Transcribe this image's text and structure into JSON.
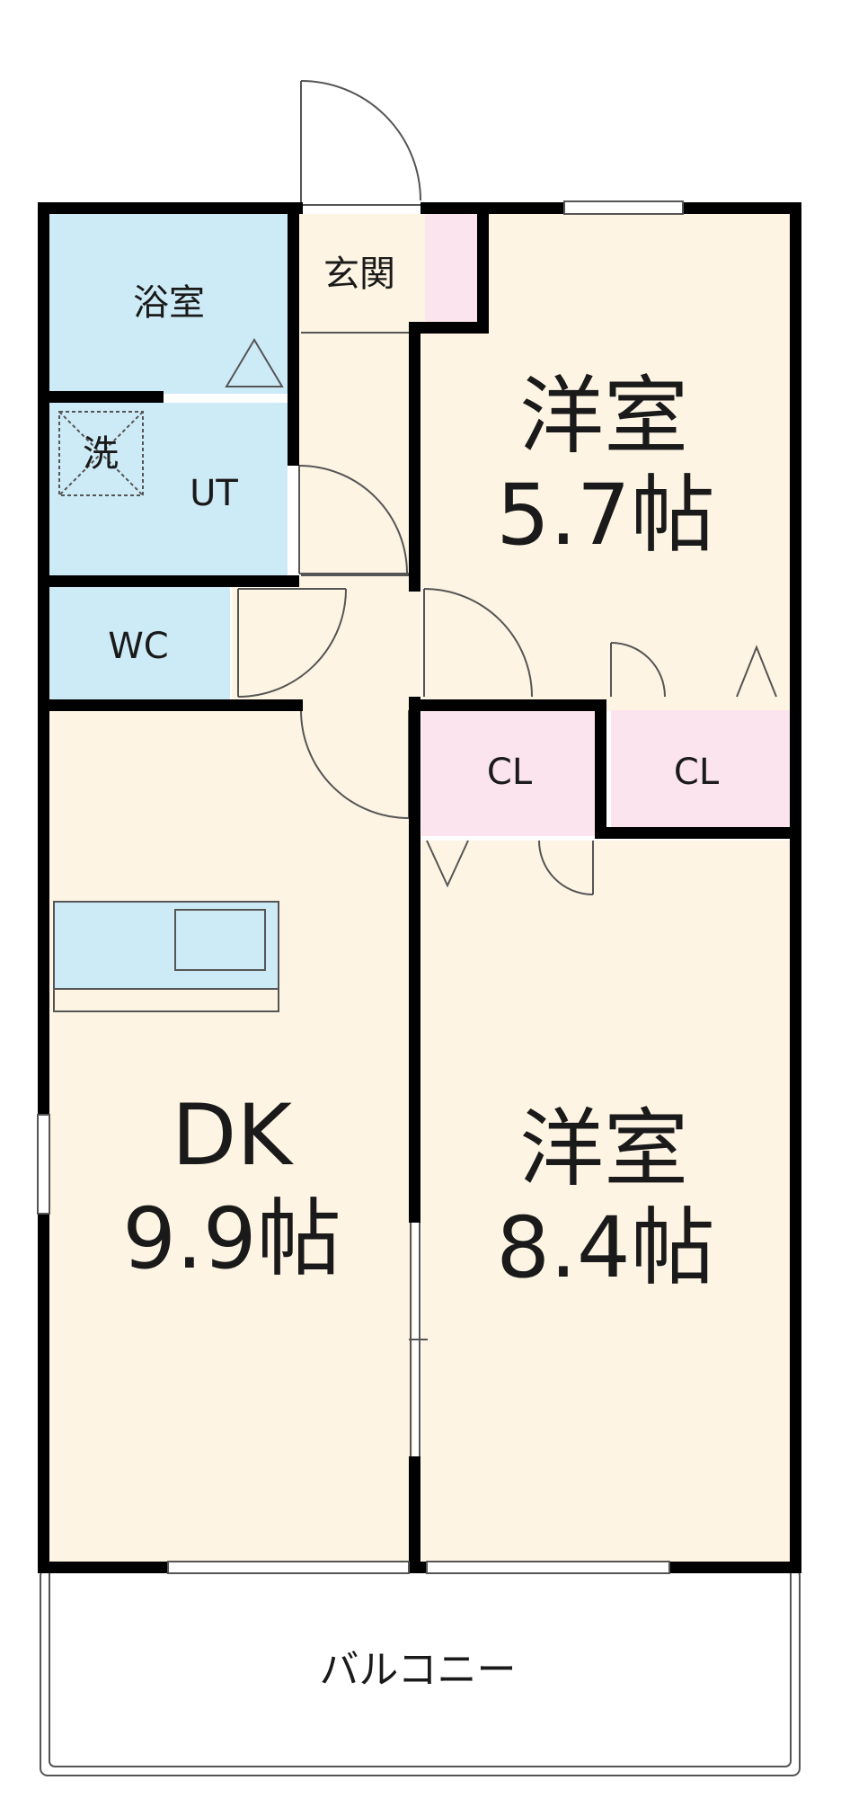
{
  "rooms": {
    "bath": "浴室",
    "entrance": "玄関",
    "washer": "洗",
    "utility": "UT",
    "toilet": "WC",
    "western_north": {
      "name": "洋室",
      "size": "5.7帖"
    },
    "closet_1": "CL",
    "closet_2": "CL",
    "dk": {
      "name": "DK",
      "size": "9.9帖"
    },
    "western_south": {
      "name": "洋室",
      "size": "8.4帖"
    },
    "balcony": "バルコニー"
  },
  "colors": {
    "wall": "#000000",
    "floor_room": "#fdf4e3",
    "floor_wet": "#cdebf7",
    "floor_closet": "#fbe4ee",
    "line": "#555555",
    "window": "#ffffff"
  }
}
